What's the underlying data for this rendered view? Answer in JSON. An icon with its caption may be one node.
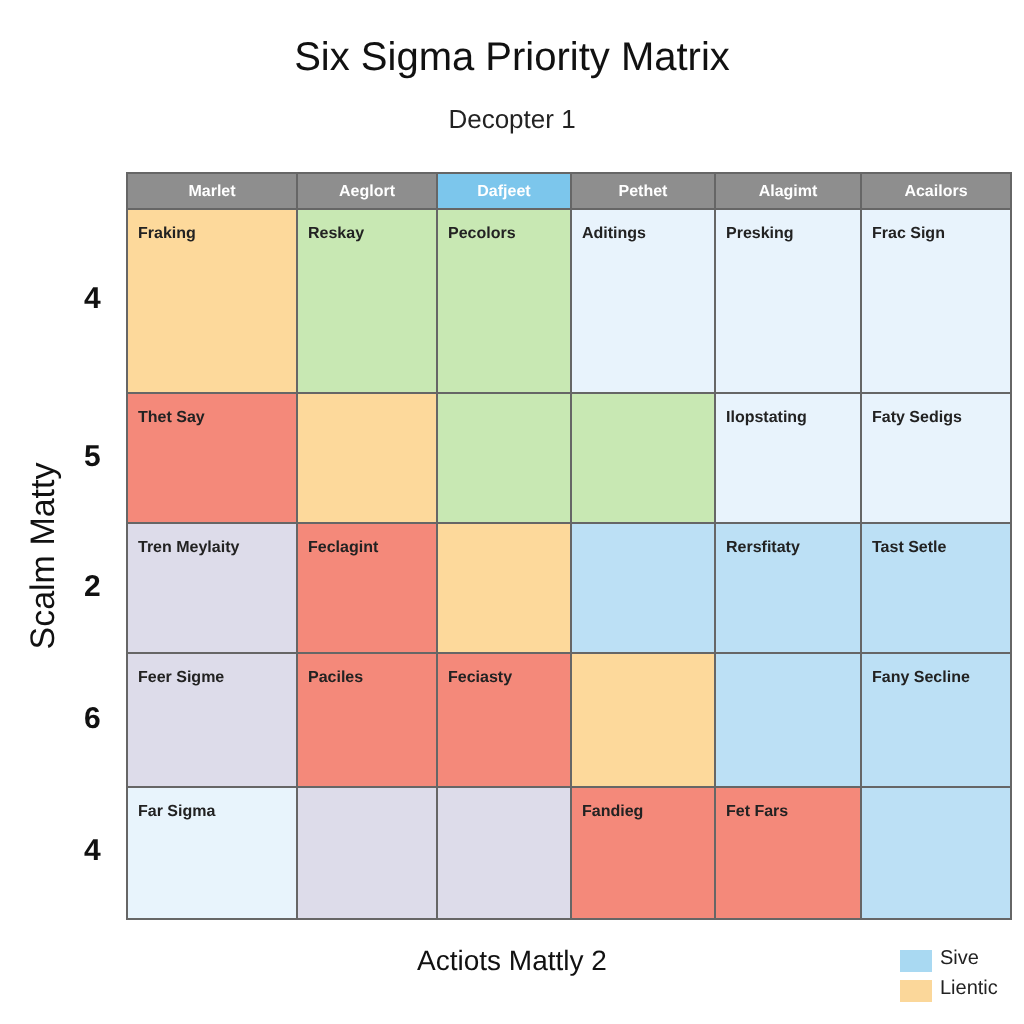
{
  "diagram": {
    "title": "Six Sigma Priority Matrix",
    "labels": [
      "Decopter 1",
      "Marlet",
      "Aeglort",
      "Dafjeet",
      "Pethet",
      "Alagimt",
      "Acailors",
      "Scalm Matty",
      "4",
      "Fraking",
      "Reskay",
      "Pecolors",
      "Aditings",
      "Presking",
      "Frac Sign",
      "5",
      "Thet Say",
      "Ilopstating",
      "Faty Sedigs",
      "2",
      "Tren Meylaity",
      "Feclagint",
      "Rersfitaty",
      "Tast Setle",
      "6",
      "Feer Sigme",
      "Paciles",
      "Feciasty",
      "Fany Secline",
      "4",
      "Far Sigma",
      "Fandieg",
      "Fet Fars",
      "Actiots Mattly 2"
    ],
    "legend": [
      {
        "text": "Sive",
        "color": "#a9d9f2"
      },
      {
        "text": "Lientic",
        "color": "#fbd79a"
      }
    ]
  }
}
